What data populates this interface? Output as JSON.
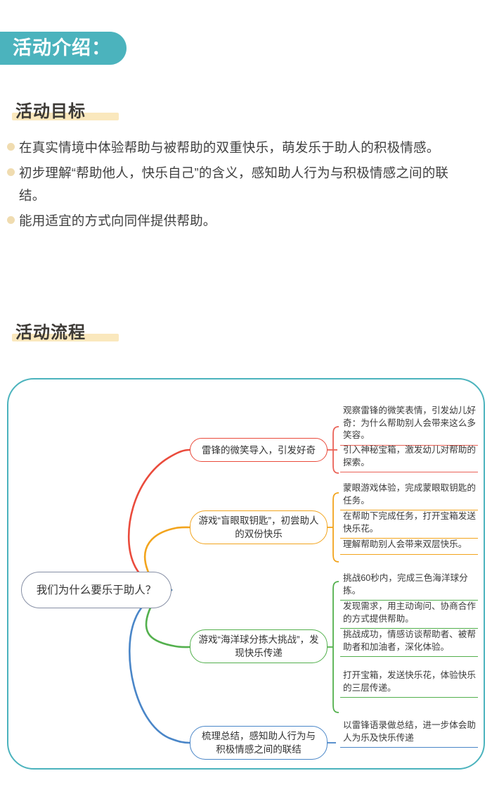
{
  "header": {
    "badge_label": "活动介绍："
  },
  "sections": {
    "goal_heading": "活动目标",
    "flow_heading": "活动流程"
  },
  "goals": [
    "在真实情境中体验帮助与被帮助的双重快乐，萌发乐于助人的积极情感。",
    "初步理解“帮助他人，快乐自己”的含义，感知助人行为与积极情感之间的联结。",
    "能用适宜的方式向同伴提供帮助。"
  ],
  "mindmap": {
    "center": "我们为什么要乐于助人？",
    "colors": {
      "frame": "#4bb3bd",
      "center_border": "#868fa5",
      "branch_1": "#ea4b3c",
      "branch_2": "#f2a41d",
      "branch_3": "#53b04d",
      "branch_4": "#4a86c8"
    },
    "branches": [
      {
        "label": "雷锋的微笑导入，引发好奇",
        "color": "#ea4b3c",
        "children": [
          "观察雷锋的微笑表情，引发幼儿好奇：为什么帮助别人会带来这么多笑容。",
          "引入神秘宝箱，激发幼儿对帮助的探索。"
        ]
      },
      {
        "label": "游戏“盲眼取钥匙”，初尝助人的双份快乐",
        "color": "#f2a41d",
        "children": [
          "蒙眼游戏体验，完成蒙眼取钥匙的任务。",
          "在帮助下完成任务，打开宝箱发送快乐花。",
          "理解帮助别人会带来双层快乐。"
        ]
      },
      {
        "label": "游戏“海洋球分拣大挑战”，发现快乐传递",
        "color": "#53b04d",
        "children": [
          "挑战60秒内，完成三色海洋球分拣。",
          "发现需求，用主动询问、协商合作的方式提供帮助。",
          "挑战成功，情感访谈帮助者、被帮助者和加油者，深化体验。",
          "打开宝箱，发送快乐花，体验快乐的三层传递。"
        ]
      },
      {
        "label": "梳理总结，感知助人行为与积极情感之间的联结",
        "color": "#4a86c8",
        "children": [
          "以雷锋语录做总结，进一步体会助人为乐及快乐传递"
        ]
      }
    ]
  }
}
